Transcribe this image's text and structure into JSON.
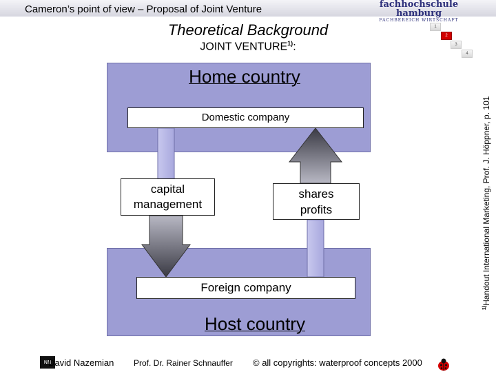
{
  "header": {
    "title": "Cameron’s point of view – Proposal of Joint Venture",
    "logo_line1": "fachhochschule hamburg",
    "logo_line2": "FACHBEREICH WIRTSCHAFT"
  },
  "slide": {
    "title": "Theoretical Background",
    "subtitle": "JOINT VENTURE",
    "subtitle_sup": "1)",
    "subtitle_suffix": ":"
  },
  "nav": {
    "items": [
      "1",
      "2",
      "3",
      "4"
    ],
    "active": "2",
    "active_color": "#d20000"
  },
  "diagram": {
    "home_country": "Home country",
    "domestic_company": "Domestic company",
    "capital_line1": "capital",
    "capital_line2": "management",
    "shares_line1": "shares",
    "shares_line2": "profits",
    "foreign_company": "Foreign company",
    "host_country": "Host country",
    "country_color": "#9d9dd4"
  },
  "side_note": {
    "sup": "1)",
    "text": "Handout International Marketing, Prof. J. Höppner, p. 101"
  },
  "footer": {
    "logo_text": "NN",
    "author": "David Nazemian",
    "professor": "Prof. Dr. Rainer Schnauffer",
    "copyright": "© all copyrights: waterproof concepts 2000"
  }
}
